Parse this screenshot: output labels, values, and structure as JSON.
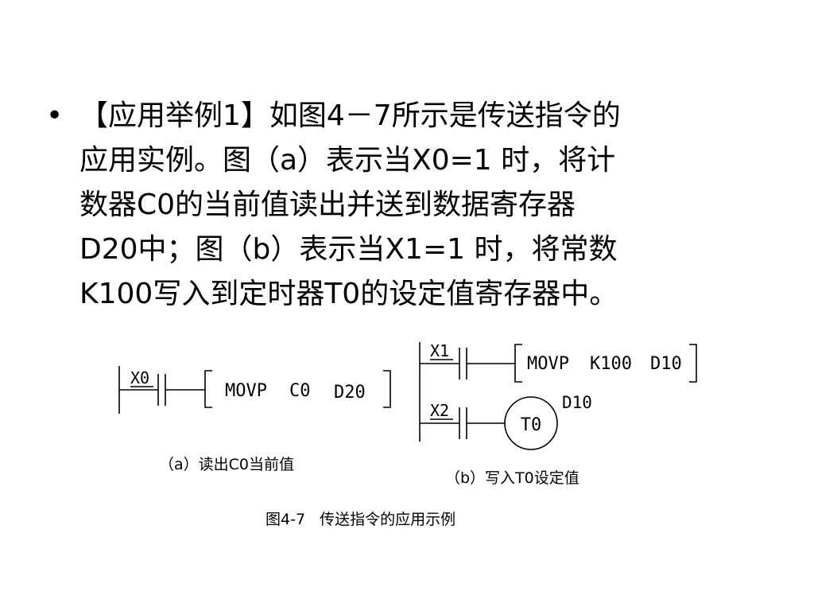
{
  "paragraph": {
    "bullet": "•",
    "lines": [
      "【应用举例1】如图4－7所示是传送指令的",
      "应用实例。图（a）表示当X0=1 时，将计",
      "数器C0的当前值读出并送到数据寄存器",
      "D20中；图（b）表示当X1=1 时，将常数",
      "K100写入到定时器T0的设定值寄存器中。"
    ]
  },
  "diagram_a": {
    "contact": "X0",
    "instruction": "MOVP",
    "source": "C0",
    "dest": "D20",
    "caption": "（a）读出C0当前值"
  },
  "diagram_b": {
    "contact1": "X1",
    "instruction": "MOVP",
    "source": "K100",
    "dest": "D10",
    "contact2": "X2",
    "coil": "T0",
    "coil_setting": "D10",
    "caption": "（b）写入T0设定值"
  },
  "figure_caption": "图4-7   传送指令的应用示例"
}
